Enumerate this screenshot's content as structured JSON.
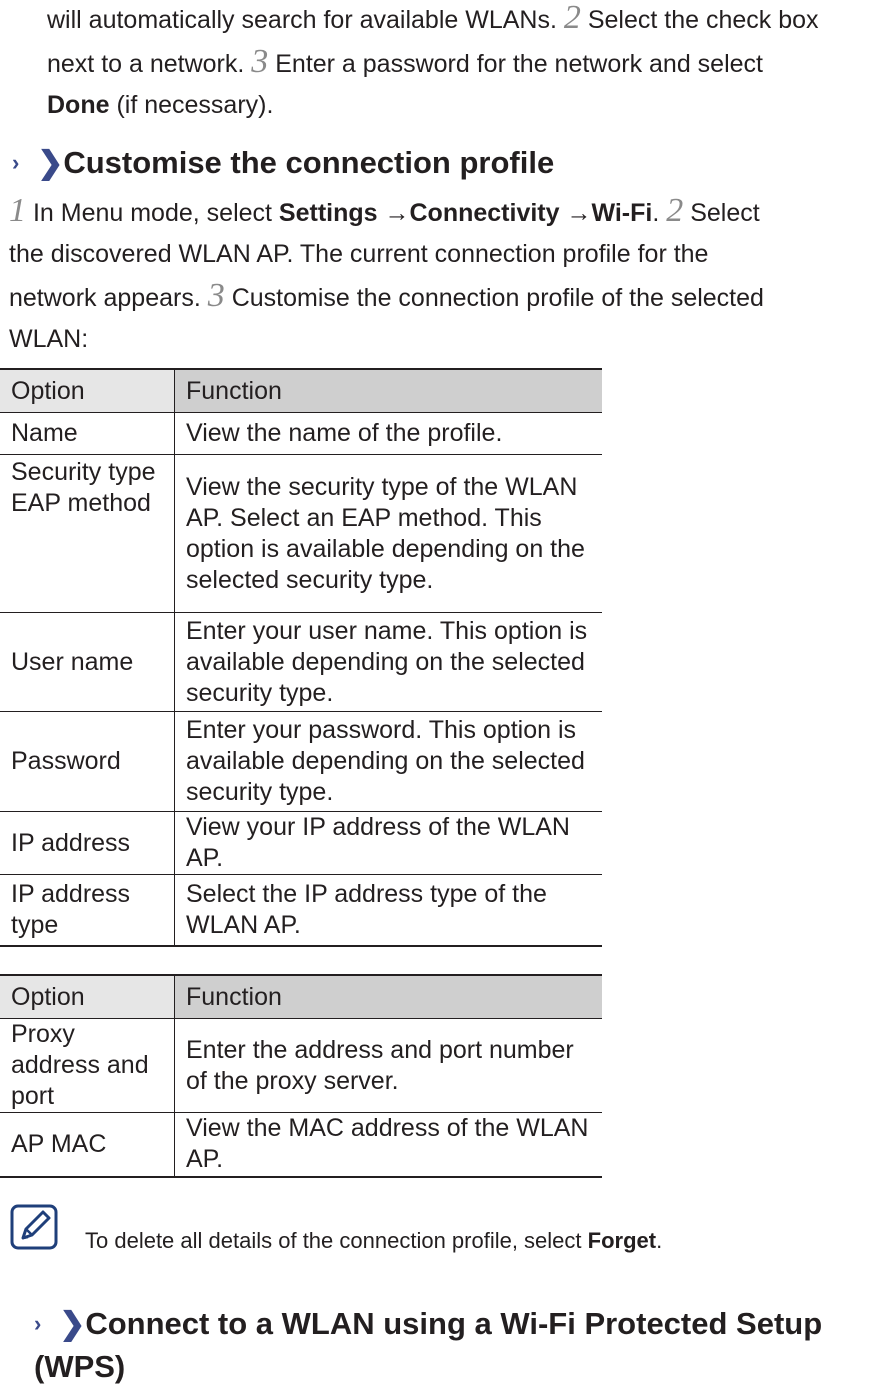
{
  "intro": {
    "text_a": "will automatically search for available WLANs.",
    "step_2": "2",
    "text_b": "Select the check box",
    "text_c": "next to a network.",
    "step_3": "3",
    "text_d": "Enter a password for the network and select",
    "done_label": "Done",
    "text_e": "(if necessary)."
  },
  "section_customise": {
    "chevron": "›",
    "title_chevron": "❯",
    "title": "Customise the connection profile",
    "step_1": "1",
    "text_a": "In Menu mode, select",
    "path_settings": "Settings",
    "arrow_1": "→",
    "path_connectivity": "Connectivity",
    "arrow_2": "→",
    "path_wifi": "Wi-Fi",
    "period": ".",
    "step_2": "2",
    "text_b": "Select",
    "text_c": "the discovered WLAN AP. The current connection profile for the",
    "text_d": "network appears.",
    "step_3": "3",
    "text_e": "Customise the connection profile of the selected",
    "text_f": "WLAN:"
  },
  "table1": {
    "header": [
      "Option",
      "Function"
    ],
    "rows": [
      [
        "Name",
        "View the name of the profile."
      ],
      [
        "Security type EAP method",
        "View the security type of the WLAN AP. Select an EAP method. This option is available depending on the selected security type."
      ],
      [
        "User name",
        "Enter your user name. This option is available depending on the selected security type."
      ],
      [
        "Password",
        "Enter your password. This option is available depending on the selected security type."
      ],
      [
        "IP address",
        "View your IP address of the WLAN AP."
      ],
      [
        "IP address type",
        "Select the IP address type of the WLAN AP."
      ]
    ]
  },
  "table2": {
    "header": [
      "Option",
      "Function"
    ],
    "rows": [
      [
        "Proxy address and port",
        "Enter the address and port number of the proxy server."
      ],
      [
        "AP MAC",
        "View the MAC address of the WLAN AP."
      ]
    ]
  },
  "note": {
    "icon": "note-pencil-icon",
    "text_a": "To delete all details of the connection profile, select",
    "forget_label": "Forget",
    "text_b": "."
  },
  "section_wps": {
    "chevron": "›",
    "title_chevron": "❯",
    "title": "Connect to a WLAN using a Wi-Fi Protected Setup (WPS)"
  },
  "colors": {
    "text": "#231f20",
    "step_number": "#8a8a8a",
    "chevron": "#3a4a8a",
    "header_option_bg": "#e6e6e6",
    "header_function_bg": "#cfcfcf"
  }
}
